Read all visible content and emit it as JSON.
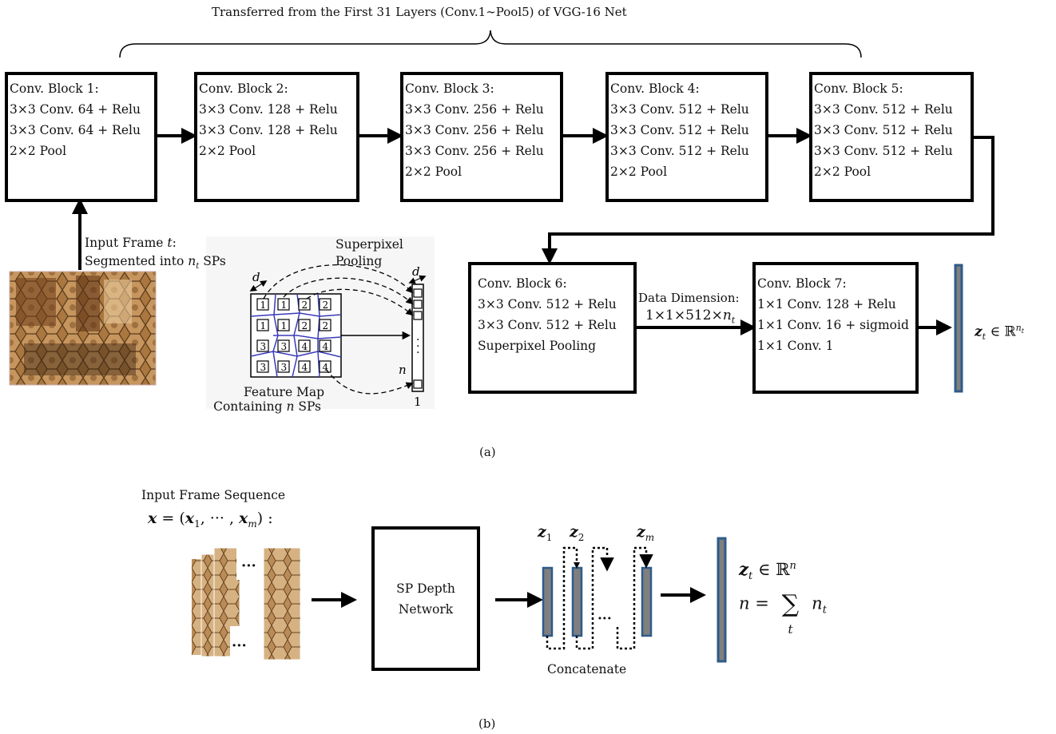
{
  "top_brace_caption": "Transferred from the First 31 Layers (Conv.1∼Pool5) of VGG-16 Net",
  "blocks": [
    {
      "title": "Conv. Block 1:",
      "lines": [
        "3×3 Conv. 64 + Relu",
        "3×3 Conv. 64 + Relu",
        "2×2 Pool"
      ]
    },
    {
      "title": "Conv. Block 2:",
      "lines": [
        "3×3 Conv. 128 + Relu",
        "3×3 Conv. 128 + Relu",
        "2×2 Pool"
      ]
    },
    {
      "title": "Conv. Block 3:",
      "lines": [
        "3×3 Conv. 256 + Relu",
        "3×3 Conv. 256 + Relu",
        "3×3 Conv. 256 + Relu",
        "2×2 Pool"
      ]
    },
    {
      "title": "Conv. Block 4:",
      "lines": [
        "3×3 Conv. 512 + Relu",
        "3×3 Conv. 512 + Relu",
        "3×3 Conv. 512 + Relu",
        "2×2 Pool"
      ]
    },
    {
      "title": "Conv. Block 5:",
      "lines": [
        "3×3 Conv. 512 + Relu",
        "3×3 Conv. 512 + Relu",
        "3×3 Conv. 512 + Relu",
        "2×2 Pool"
      ]
    },
    {
      "title": "Conv. Block 6:",
      "lines": [
        "3×3 Conv. 512 + Relu",
        "3×3 Conv. 512 + Relu",
        "Superpixel Pooling"
      ]
    },
    {
      "title": "Conv. Block 7:",
      "lines": [
        "1×1 Conv. 128 + Relu",
        "1×1 Conv. 16 + sigmoid",
        "1×1 Conv. 1"
      ]
    }
  ],
  "input_frame": {
    "line1_prefix": "Input Frame ",
    "line1_var": "t",
    "line1_suffix": ":",
    "line2_prefix": "Segmented into ",
    "line2_var": "n",
    "line2_sub": "t",
    "line2_suffix": " SPs"
  },
  "sp_pool": {
    "title_line1": "Superpixel",
    "title_line2": "Pooling",
    "d_left": "d",
    "d_right": "d",
    "grid_labels": [
      "1",
      "1",
      "2",
      "2",
      "1",
      "1",
      "2",
      "2",
      "3",
      "3",
      "4",
      "4",
      "3",
      "3",
      "4",
      "4"
    ],
    "n_label": "n",
    "one_label": "1",
    "caption_line1": "Feature Map",
    "caption_line2_prefix": "Containing ",
    "caption_line2_var": "n",
    "caption_line2_suffix": " SPs"
  },
  "data_dimension": {
    "label": "Data Dimension:",
    "value_prefix": "1×1×512×",
    "value_var": "n",
    "value_sub": "t"
  },
  "output_a": {
    "var": "z",
    "sub": "t",
    "rel": " ∈ ℝ",
    "sup_var": "n",
    "sup_sub": "t"
  },
  "caption_a": "(a)",
  "seq": {
    "title": "Input Frame Sequence",
    "formula_lhs": "x",
    "formula_mid": " = (",
    "x1": "x",
    "x1_sub": "1",
    "dots": ", ··· , ",
    "xm": "x",
    "xm_sub": "m",
    "formula_end": ") :"
  },
  "frame_dots": [
    "···",
    "···"
  ],
  "sp_network": {
    "line1": "SP Depth",
    "line2": "Network"
  },
  "concat": {
    "z1": "z",
    "z1_sub": "1",
    "z2": "z",
    "z2_sub": "2",
    "zm": "z",
    "zm_sub": "m",
    "mid_dots": "···",
    "label": "Concatenate"
  },
  "output_b": {
    "var": "z",
    "sub": "t",
    "rel": " ∈ ℝ",
    "sup": "n",
    "eq_lhs": "n",
    "eq": " = ",
    "sum": "∑",
    "sum_sub": "t",
    "rhs_var": "n",
    "rhs_sub": "t"
  },
  "caption_b": "(b)",
  "colors": {
    "bar_fill": "#7f7f7f",
    "bar_border": "#2e5b8a",
    "sp_boundary": "#3a3ab8",
    "frame_warm": "#8b5a2b",
    "frame_light": "#d9b38c"
  }
}
